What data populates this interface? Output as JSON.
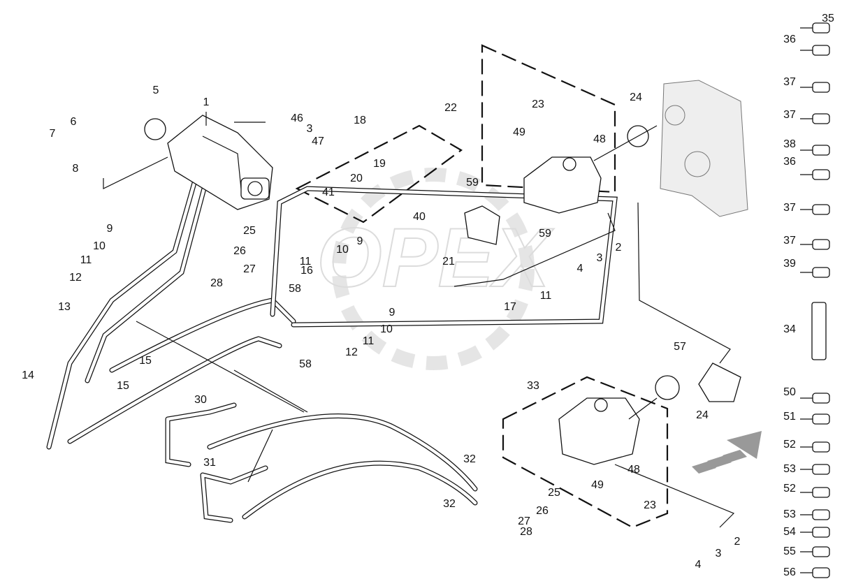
{
  "diagram": {
    "watermark": "OPEX",
    "callouts": [
      "35",
      "36",
      "37",
      "37",
      "38",
      "36",
      "37",
      "37",
      "39",
      "34",
      "50",
      "51",
      "52",
      "53",
      "52",
      "53",
      "54",
      "55",
      "56",
      "1",
      "5",
      "6",
      "7",
      "8",
      "46",
      "3",
      "47",
      "18",
      "22",
      "23",
      "24",
      "49",
      "48",
      "19",
      "20",
      "41",
      "40",
      "59",
      "59",
      "2",
      "3",
      "4",
      "21",
      "9",
      "25",
      "26",
      "27",
      "28",
      "10",
      "11",
      "12",
      "13",
      "14",
      "15",
      "15",
      "9",
      "10",
      "11",
      "16",
      "58",
      "9",
      "10",
      "11",
      "12",
      "58",
      "17",
      "11",
      "57",
      "33",
      "24",
      "30",
      "31",
      "32",
      "32",
      "25",
      "26",
      "27",
      "28",
      "48",
      "49",
      "23",
      "2",
      "3",
      "4"
    ],
    "colors": {
      "line": "#111111",
      "watermark": "#d8d8d8",
      "arrow": "#999999"
    }
  }
}
